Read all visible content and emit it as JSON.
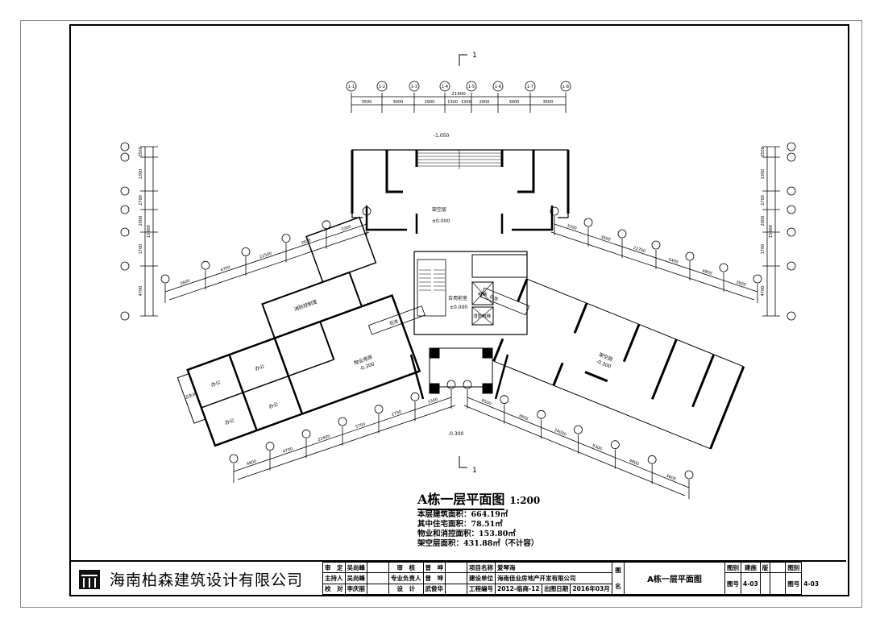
{
  "drawing": {
    "title": "A栋一层平面图",
    "scale": "1:200",
    "area_lines": [
      "本层建筑面积：664.19㎡",
      "其中住宅面积：78.51㎡",
      "物业和消控面积：153.80㎡",
      "架空层面积：431.88㎡（不计容）"
    ],
    "section_mark": "1",
    "levels": {
      "top": "-1.050",
      "lobby": "±0.000",
      "core": "±0.000",
      "left_room": "-0.300",
      "right_room": "-0.300",
      "bottom": "-0.300"
    },
    "rooms": {
      "lobby": "架空层",
      "office": "办公",
      "toilet": "卫生间",
      "fire_control": "消防控制室",
      "property": "物业用房",
      "front_room": "合用前室",
      "elevator": "电梯",
      "fire_elevator": "消防电梯",
      "stilt": "架空层",
      "planter": "花池"
    },
    "top_axes": [
      "1-1",
      "1-2",
      "1-3",
      "1-4",
      "1-5",
      "1-6",
      "1-7",
      "1-8"
    ],
    "top_total": "21400",
    "top_dims": [
      "3500",
      "3000",
      "2900",
      "1300",
      "1300",
      "2900",
      "3000",
      "3500"
    ],
    "left_upper_dims": [
      "3600",
      "4700",
      "22500",
      "3600",
      "3300"
    ],
    "right_upper_dims": [
      "3300",
      "3600",
      "22700",
      "5400",
      "4800",
      "3600"
    ],
    "left_lower_dims": [
      "4800",
      "4700",
      "22400",
      "5700",
      "2700",
      "3300"
    ],
    "right_lower_dims": [
      "8500",
      "3900",
      "24000",
      "5300",
      "4800",
      "3600"
    ],
    "side_dims": [
      "3500",
      "1300",
      "2700",
      "2000",
      "1700",
      "4700"
    ],
    "side_total": "15900"
  },
  "title_block": {
    "company": "海南柏森建筑设计有限公司",
    "rows": [
      {
        "l1": "审　定",
        "n1": "吴尚峰",
        "l2": "审　核",
        "n2": "曾　坤",
        "l3": "项目名称",
        "v3": "爱琴海"
      },
      {
        "l1": "主持人",
        "n1": "吴尚峰",
        "l2": "专业负责人",
        "n2": "曾　坤",
        "l3": "建设单位",
        "v3": "海南佳业房地产开发有限公司"
      },
      {
        "l1": "校　对",
        "n1": "李庆丽",
        "l2": "设　计",
        "n2": "武俊华",
        "l3": "工程编号",
        "v3": "2012-临商-12",
        "l4": "出图日期",
        "v4": "2016年03月"
      }
    ],
    "drawing_name_label": [
      "图",
      "名"
    ],
    "drawing_name": "A栋一层平面图",
    "category_label": "图别",
    "category": "建施",
    "version_label": "版",
    "number_label": "图号",
    "number": "4-03"
  }
}
